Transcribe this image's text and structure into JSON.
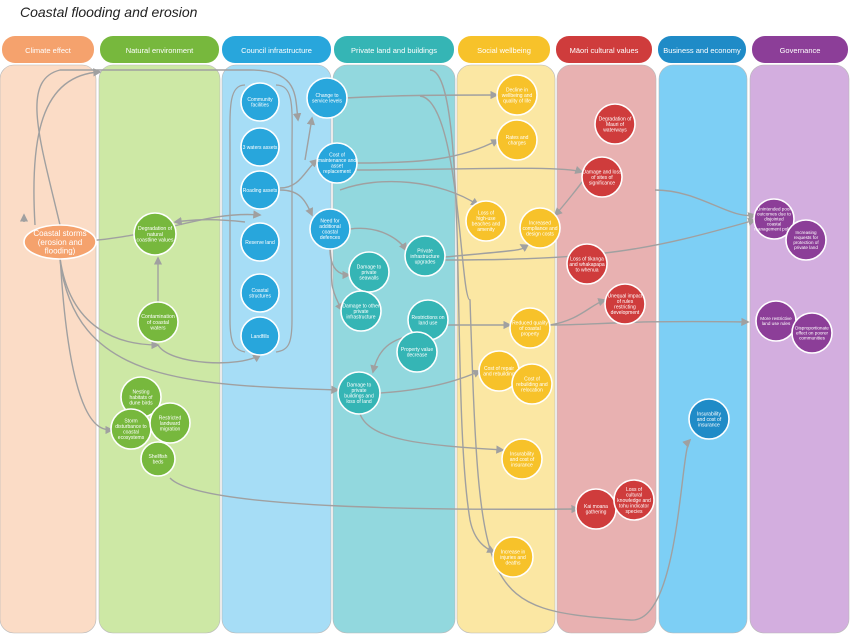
{
  "title": "Coastal flooding and erosion",
  "colors": {
    "climate": "#f5a26d",
    "climate_bg": "#fbdcc6",
    "natural": "#77b83d",
    "natural_bg": "#cde8a5",
    "council": "#28a6dc",
    "council_bg": "#a6ddf6",
    "private": "#35b5b5",
    "private_bg": "#92d8de",
    "social": "#f7c22a",
    "social_bg": "#fbe7a3",
    "maori": "#cf3c3c",
    "maori_bg": "#e8b1b1",
    "business": "#1f8bc7",
    "business_bg": "#7dcff5",
    "governance": "#8c3e98",
    "governance_bg": "#d3aedf",
    "arrow": "#a0a0a0"
  },
  "columns": [
    {
      "id": "climate",
      "label": "Climate effect"
    },
    {
      "id": "natural",
      "label": "Natural environment"
    },
    {
      "id": "council",
      "label": "Council infrastructure"
    },
    {
      "id": "private",
      "label": "Private land and buildings"
    },
    {
      "id": "social",
      "label": "Social wellbeing"
    },
    {
      "id": "maori",
      "label": "Māori cultural values"
    },
    {
      "id": "business",
      "label": "Business and economy"
    },
    {
      "id": "governance",
      "label": "Governance"
    }
  ],
  "nodes": [
    {
      "id": "storms",
      "col": "climate",
      "text": "Coastal storms (erosion and flooding)"
    },
    {
      "id": "degr_nat",
      "col": "natural",
      "text": "Degradation of natural coastline values"
    },
    {
      "id": "contam",
      "col": "natural",
      "text": "Contamination of coastal waters"
    },
    {
      "id": "nesting",
      "col": "natural",
      "text": "Nesting habitats of dune birds"
    },
    {
      "id": "disturb",
      "col": "natural",
      "text": "Storm disturbance to coastal ecosystems"
    },
    {
      "id": "restricted",
      "col": "natural",
      "text": "Restricted landward migration"
    },
    {
      "id": "shellfish",
      "col": "natural",
      "text": "Shellfish beds"
    },
    {
      "id": "community",
      "col": "council",
      "text": "Community facilities"
    },
    {
      "id": "waters3",
      "col": "council",
      "text": "3 waters assets"
    },
    {
      "id": "roading",
      "col": "council",
      "text": "Roading assets"
    },
    {
      "id": "reserve",
      "col": "council",
      "text": "Reserve land"
    },
    {
      "id": "coastal_str",
      "col": "council",
      "text": "Coastal structures"
    },
    {
      "id": "landfills",
      "col": "council",
      "text": "Landfills"
    },
    {
      "id": "change_lvl",
      "col": "council",
      "text": "Change to service levels"
    },
    {
      "id": "cost_maint",
      "col": "council",
      "text": "Cost of maintenance and asset replacement"
    },
    {
      "id": "need_def",
      "col": "council",
      "text": "Need for additional coastal defences"
    },
    {
      "id": "dmg_seawalls",
      "col": "private",
      "text": "Damage to private seawalls"
    },
    {
      "id": "dmg_other",
      "col": "private",
      "text": "Damage to other private infrastructure"
    },
    {
      "id": "priv_infra",
      "col": "private",
      "text": "Private infrastructure upgrades"
    },
    {
      "id": "restr_land",
      "col": "private",
      "text": "Restrictions on land use"
    },
    {
      "id": "prop_value",
      "col": "private",
      "text": "Property value decrease"
    },
    {
      "id": "dmg_build",
      "col": "private",
      "text": "Damage to private buildings and loss of land"
    },
    {
      "id": "decline_wb",
      "col": "social",
      "text": "Decline in wellbeing and quality of life"
    },
    {
      "id": "rates",
      "col": "social",
      "text": "Rates and charges"
    },
    {
      "id": "loss_beach",
      "col": "social",
      "text": "Loss of high-use beaches and amenity"
    },
    {
      "id": "incr_compl",
      "col": "social",
      "text": "Increased compliance and design costs"
    },
    {
      "id": "reduced_q",
      "col": "social",
      "text": "Reduced quality of coastal property"
    },
    {
      "id": "cost_repair",
      "col": "social",
      "text": "Cost of repair and rebuilding"
    },
    {
      "id": "cost_relo",
      "col": "social",
      "text": "Cost of rebuilding and relocation"
    },
    {
      "id": "insur_wb",
      "col": "social",
      "text": "Insurability and cost of insurance"
    },
    {
      "id": "injuries",
      "col": "social",
      "text": "Increase in injuries and deaths"
    },
    {
      "id": "degr_mauri",
      "col": "maori",
      "text": "Degradation of Mauri of waterways"
    },
    {
      "id": "dmg_sites",
      "col": "maori",
      "text": "Damage and loss of sites of significance"
    },
    {
      "id": "loss_tikanga",
      "col": "maori",
      "text": "Loss of tikanga and whakapapa to whenua"
    },
    {
      "id": "unequal",
      "col": "maori",
      "text": "Unequal impact of rules restricting development"
    },
    {
      "id": "kai",
      "col": "maori",
      "text": "Kai moana gathering"
    },
    {
      "id": "loss_cultural",
      "col": "maori",
      "text": "Loss of cultural knowledge and tohu indicator species"
    },
    {
      "id": "insur_biz",
      "col": "business",
      "text": "Insurability and cost of insurance"
    },
    {
      "id": "unintended",
      "col": "governance",
      "text": "Unintended poor outcomes due to disjointed coastal management policy"
    },
    {
      "id": "incr_req",
      "col": "governance",
      "text": "Increasing requests for protection of private land"
    },
    {
      "id": "more_restr",
      "col": "governance",
      "text": "More restrictive land use rules"
    },
    {
      "id": "dispropor",
      "col": "governance",
      "text": "Disproportionate effect on poorer communities"
    }
  ]
}
